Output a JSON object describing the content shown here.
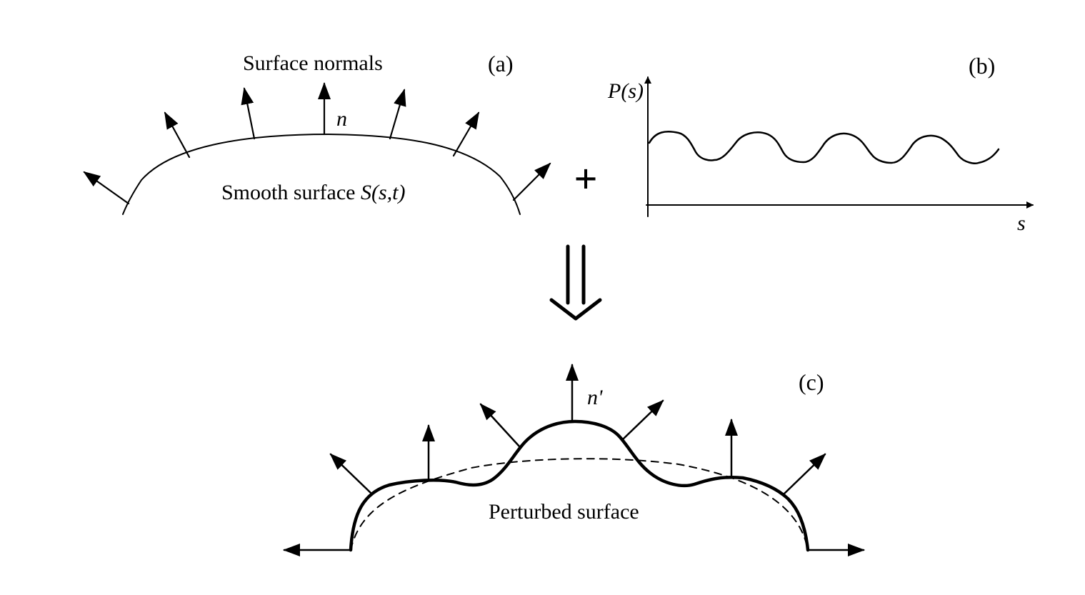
{
  "panel_a": {
    "tag": "(a)",
    "normals_label": "Surface normals",
    "normal_symbol": "n",
    "surface_label_text": "Smooth surface ",
    "surface_label_math": "S(s,t)"
  },
  "operator_plus": "+",
  "panel_b": {
    "tag": "(b)",
    "y_axis_label": "P(s)",
    "x_axis_label": "s"
  },
  "operator_implies": "⇓",
  "panel_c": {
    "tag": "(c)",
    "normal_symbol": "n'",
    "surface_label": "Perturbed surface"
  }
}
